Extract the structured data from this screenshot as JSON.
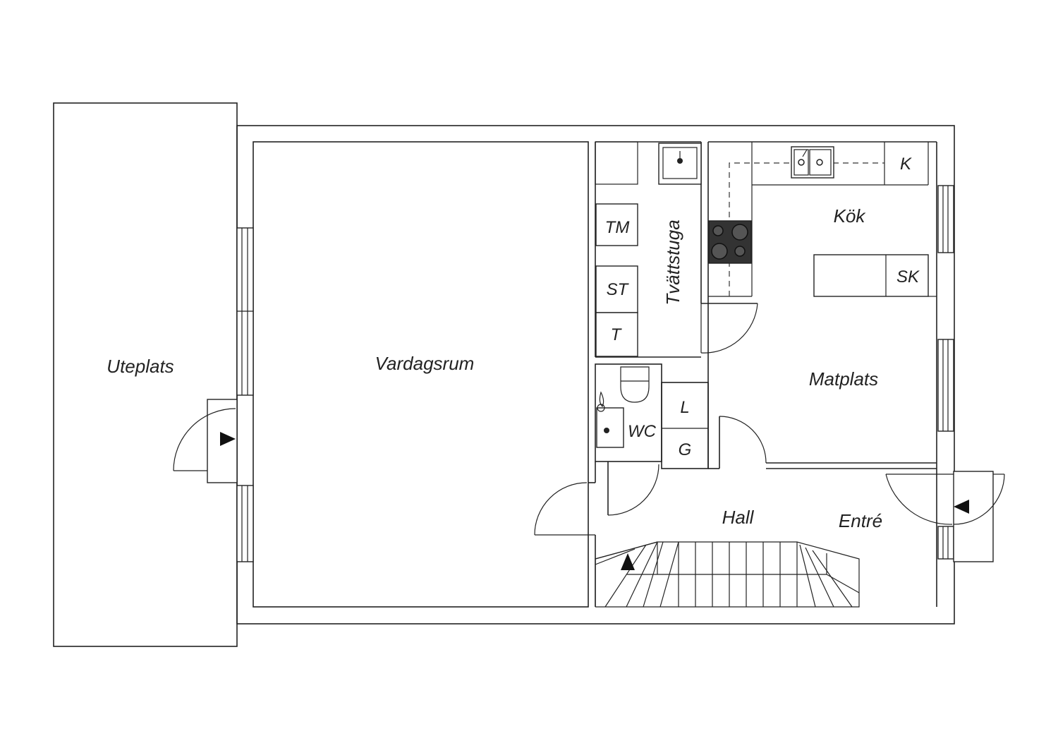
{
  "rooms": {
    "uteplats": "Uteplats",
    "vardagsrum": "Vardagsrum",
    "tvattstuga": "Tvättstuga",
    "kok": "Kök",
    "matplats": "Matplats",
    "wc": "WC",
    "hall": "Hall",
    "entre": "Entré"
  },
  "fixtures": {
    "tm": "TM",
    "st": "ST",
    "t": "T",
    "k": "K",
    "sk": "SK",
    "l": "L",
    "g": "G"
  }
}
